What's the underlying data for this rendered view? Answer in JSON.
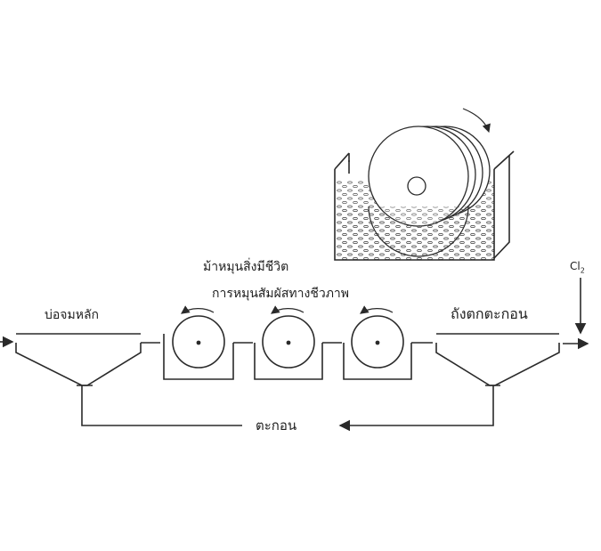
{
  "labels": {
    "rbc_title": "ม้าหมุนสิ่งมีชีวิต",
    "rbc_subtitle": "การหมุนสัมผัสทางชีวภาพ",
    "primary_clarifier": "บ่อจมหลัก",
    "secondary_clarifier": "ถังตกตะกอน",
    "sludge": "ตะกอน",
    "chlorine": "Cl",
    "chlorine_sub": "2"
  },
  "colors": {
    "line": "#2a2a2a",
    "background": "#ffffff"
  },
  "icons": [
    "rotation-arrow-icon",
    "flow-arrow-icon"
  ]
}
